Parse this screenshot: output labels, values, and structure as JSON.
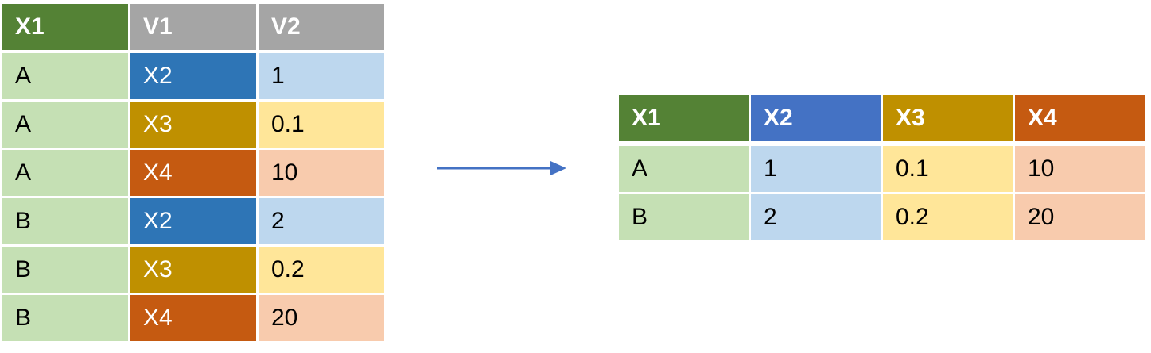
{
  "long_table": {
    "headers": [
      {
        "label": "X1",
        "color": "#548235"
      },
      {
        "label": "V1",
        "color": "#A5A5A5"
      },
      {
        "label": "V2",
        "color": "#A5A5A5"
      }
    ],
    "rows": [
      {
        "x1": "A",
        "v1": "X2",
        "v2": "1",
        "v1_color": "#2E75B6",
        "v2_color": "#BDD7EE"
      },
      {
        "x1": "A",
        "v1": "X3",
        "v2": "0.1",
        "v1_color": "#BF9000",
        "v2_color": "#FFE699"
      },
      {
        "x1": "A",
        "v1": "X4",
        "v2": "10",
        "v1_color": "#C55A11",
        "v2_color": "#F8CBAD"
      },
      {
        "x1": "B",
        "v1": "X2",
        "v2": "2",
        "v1_color": "#2E75B6",
        "v2_color": "#BDD7EE"
      },
      {
        "x1": "B",
        "v1": "X3",
        "v2": "0.2",
        "v1_color": "#BF9000",
        "v2_color": "#FFE699"
      },
      {
        "x1": "B",
        "v1": "X4",
        "v2": "20",
        "v1_color": "#C55A11",
        "v2_color": "#F8CBAD"
      }
    ],
    "x1_color": "#C5E0B4"
  },
  "wide_table": {
    "headers": [
      {
        "label": "X1",
        "color": "#548235"
      },
      {
        "label": "X2",
        "color": "#4472C4"
      },
      {
        "label": "X3",
        "color": "#BF9000"
      },
      {
        "label": "X4",
        "color": "#C55A11"
      }
    ],
    "rows": [
      [
        "A",
        "1",
        "0.1",
        "10"
      ],
      [
        "B",
        "2",
        "0.2",
        "20"
      ]
    ],
    "body_colors": [
      "#C5E0B4",
      "#BDD7EE",
      "#FFE699",
      "#F8CBAD"
    ]
  },
  "arrow_color": "#4472C4"
}
